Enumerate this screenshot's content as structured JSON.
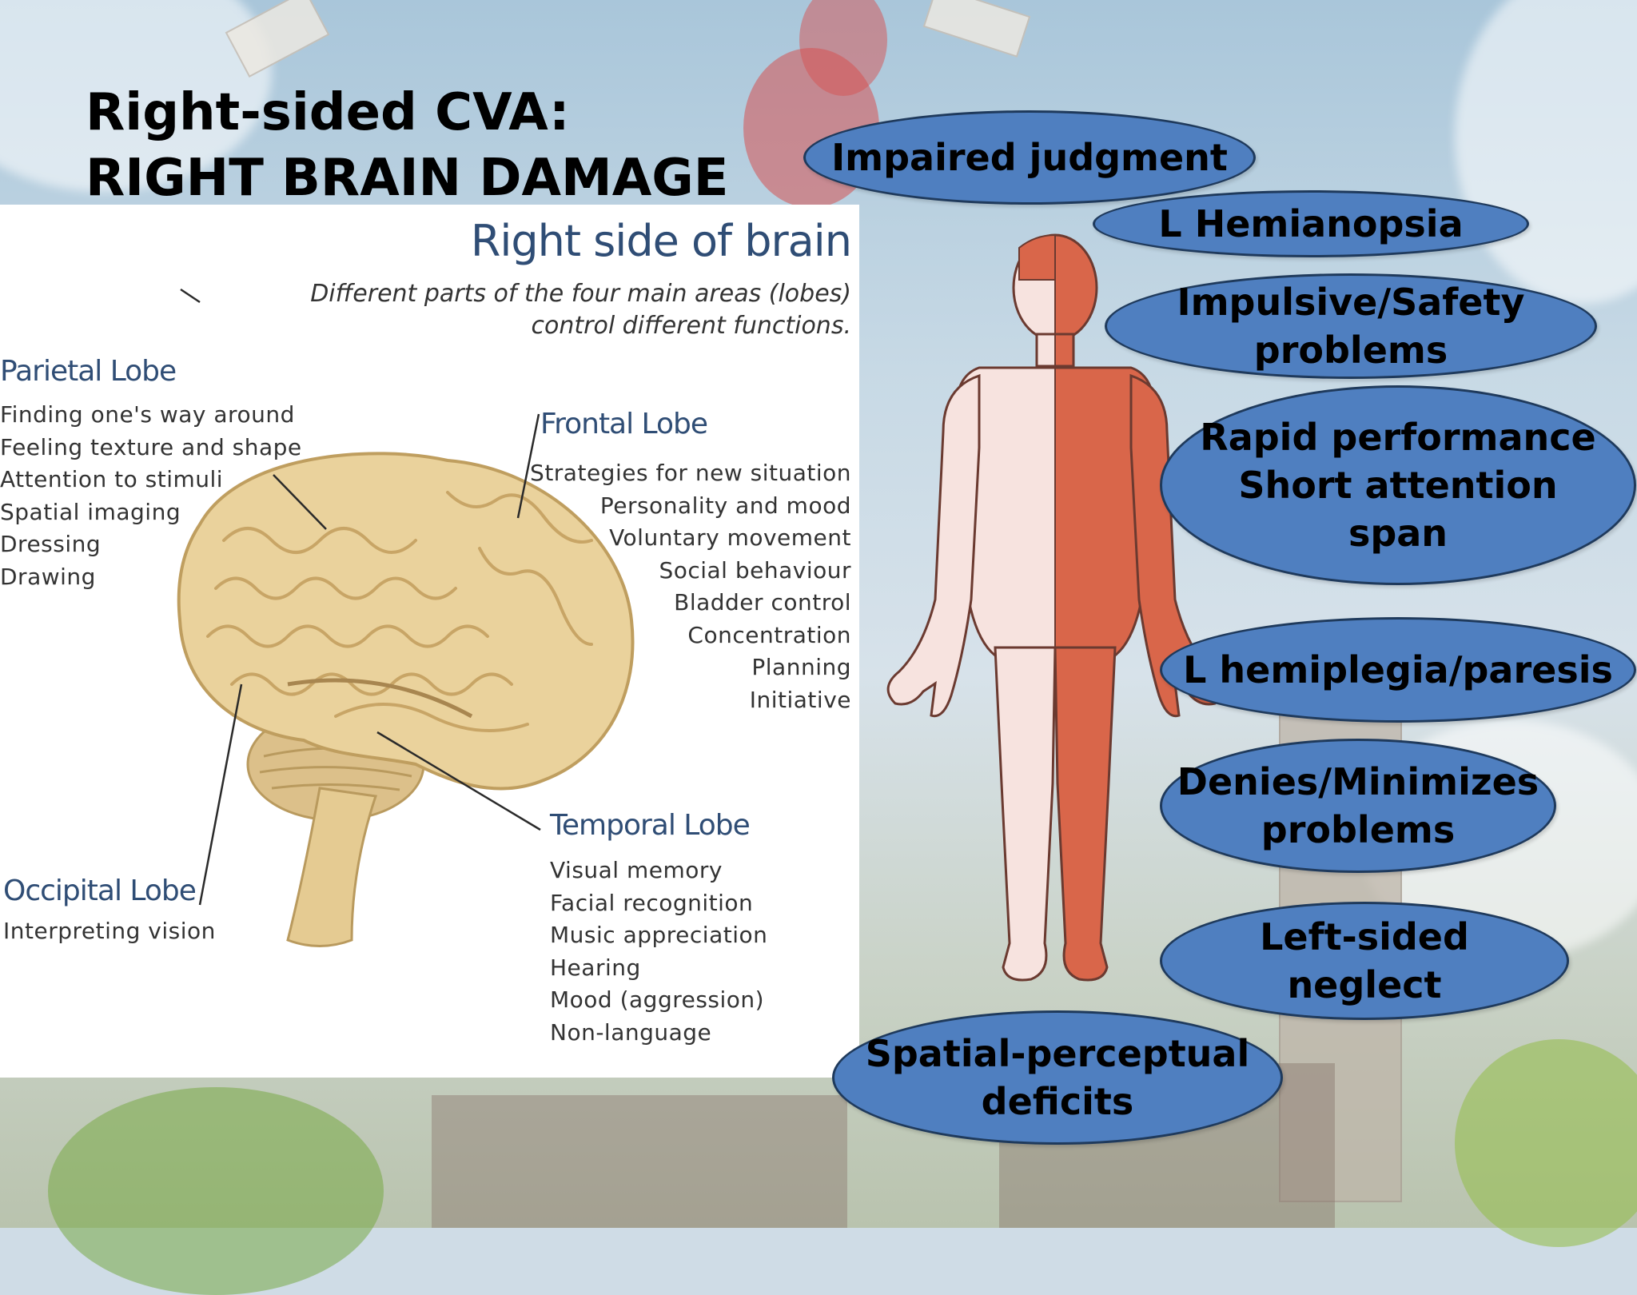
{
  "slide": {
    "title_line1": "Right-sided CVA:",
    "title_line2": "RIGHT BRAIN DAMAGE"
  },
  "figure": {
    "title": "Right side of brain",
    "subtitle": "Different parts of the four main areas (lobes) control different functions.",
    "lobes": {
      "parietal": {
        "name": "Parietal Lobe",
        "functions": [
          "Finding one's way around",
          "Feeling texture and shape",
          "Attention to stimuli",
          "Spatial imaging",
          "Dressing",
          "Drawing"
        ]
      },
      "frontal": {
        "name": "Frontal Lobe",
        "functions": [
          "Strategies for new situation",
          "Personality and mood",
          "Voluntary movement",
          "Social behaviour",
          "Bladder control",
          "Concentration",
          "Planning",
          "Initiative"
        ]
      },
      "occipital": {
        "name": "Occipital Lobe",
        "functions": [
          "Interpreting vision"
        ]
      },
      "temporal": {
        "name": "Temporal Lobe",
        "functions": [
          "Visual memory",
          "Facial recognition",
          "Music appreciation",
          "Hearing",
          "Mood (aggression)",
          "Non-language"
        ]
      }
    }
  },
  "deficits": [
    "Impaired judgment",
    "L Hemianopsia",
    "Impulsive/Safety\nproblems",
    "Rapid performance\nShort attention\nspan",
    "L hemiplegia/paresis",
    "Denies/Minimizes\nproblems",
    "Left-sided\nneglect",
    "Spatial-perceptual\ndeficits"
  ],
  "colors": {
    "oval_fill": "#4f7fc0",
    "oval_border": "#1f3a5c",
    "affected_side": "#d9664a",
    "unaffected_side": "#f7e3df",
    "brain": "#e8cf9a",
    "lobe_label": "#2f4d75"
  }
}
